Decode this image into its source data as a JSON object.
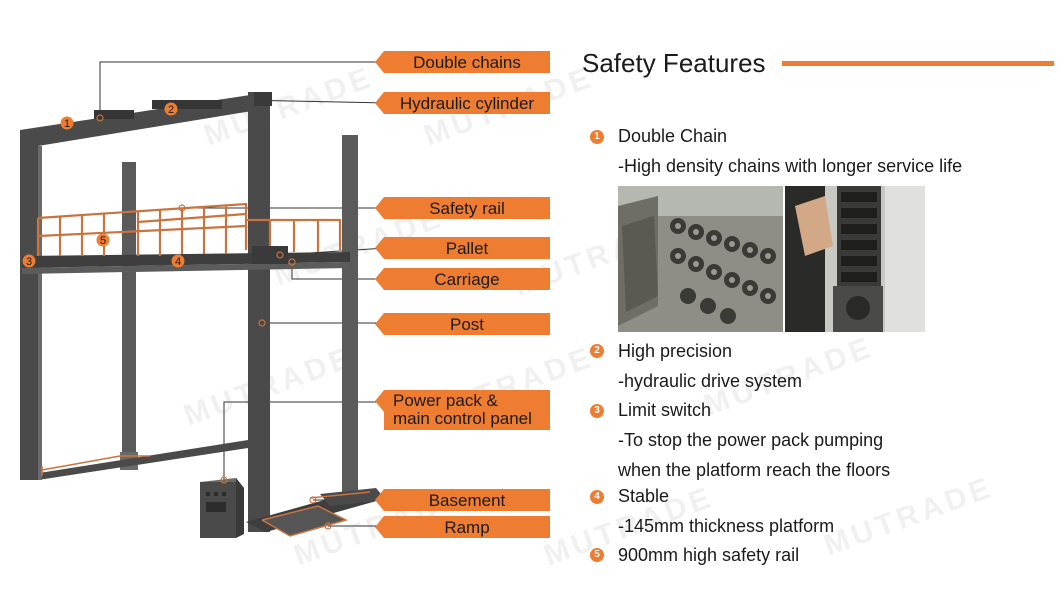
{
  "labels": {
    "double_chains": "Double chains",
    "hydraulic_cylinder": "Hydraulic cylinder",
    "safety_rail": "Safety rail",
    "pallet": "Pallet",
    "carriage": "Carriage",
    "post": "Post",
    "power_pack_line1": "Power pack &",
    "power_pack_line2": "main control panel",
    "basement": "Basement",
    "ramp": "Ramp"
  },
  "diagram_markers": [
    "1",
    "2",
    "3",
    "4",
    "5"
  ],
  "watermark": "MUTRADE",
  "section": {
    "title": "Safety Features",
    "features": [
      {
        "number": "1",
        "title": "Double Chain",
        "detail": "-High density chains with longer service life"
      },
      {
        "number": "2",
        "title": "High precision",
        "detail": "-hydraulic drive system"
      },
      {
        "number": "3",
        "title": "Limit switch",
        "detail": "-To stop the power pack pumping",
        "detail2": "when the platform reach the floors"
      },
      {
        "number": "4",
        "title": "Stable",
        "detail": "-145mm thickness platform"
      },
      {
        "number": "5",
        "title": "900mm high safety rail"
      }
    ]
  },
  "colors": {
    "accent": "#ee7d31",
    "frame": "#4a4a4a",
    "rail": "#c8743f"
  }
}
